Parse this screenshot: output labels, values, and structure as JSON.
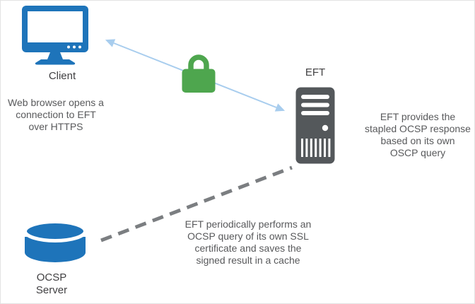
{
  "nodes": {
    "client": {
      "label": "Client",
      "icon": "monitor-icon",
      "note": "Web browser opens a\nconnection to EFT\nover HTTPS"
    },
    "eft": {
      "label": "EFT",
      "icon": "server-tower-icon",
      "note": "EFT provides the\nstapled OCSP response\nbased on its own\nOSCP query"
    },
    "ocsp_server": {
      "label": "OCSP\nServer",
      "icon": "database-icon",
      "note": "EFT periodically performs an\nOCSP query of its own SSL\ncertificate and saves the\nsigned result in a cache"
    }
  },
  "connectors": {
    "https_connection": {
      "type": "double-headed-arrow",
      "from": "client",
      "to": "eft",
      "icon": "padlock-icon"
    },
    "ocsp_query": {
      "type": "dashed-line",
      "from": "ocsp_server",
      "to": "eft"
    }
  },
  "colors": {
    "node_blue": "#1E74BA",
    "server_gray": "#54585B",
    "lock_green": "#4EA64E",
    "arrow_blue": "#A8CDEE",
    "dash_gray": "#7B7E81",
    "label_text": "#414042",
    "body_text": "#58595B",
    "background": "#FFFFFF"
  }
}
